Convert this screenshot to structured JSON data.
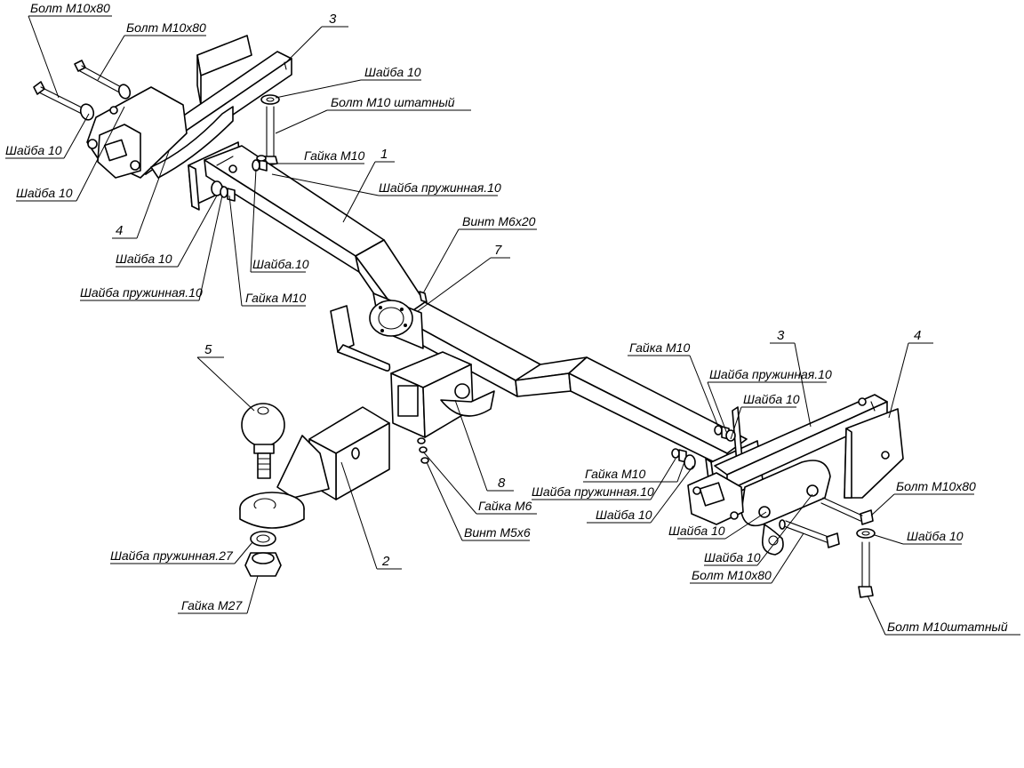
{
  "parts": {
    "p1": "1",
    "p2": "2",
    "p3_left": "3",
    "p3_right": "3",
    "p4_left": "4",
    "p4_right": "4",
    "p5": "5",
    "p7": "7",
    "p8": "8"
  },
  "labels": {
    "bolt_m10x80_a": "Болт М10х80",
    "bolt_m10x80_b": "Болт М10х80",
    "washer10_a": "Шайба 10",
    "bolt_m10_std_a": "Болт М10 штатный",
    "washer10_left1": "Шайба 10",
    "washer10_left2": "Шайба 10",
    "nut_m10_a": "Гайка М10",
    "spring_washer10_a": "Шайба пружинная.10",
    "screw_m6x20": "Винт М6х20",
    "washer10_left3": "Шайба 10",
    "washer10_dot": "Шайба.10",
    "spring_washer10_b": "Шайба пружинная.10",
    "nut_m10_b": "Гайка М10",
    "nut_m10_c": "Гайка М10",
    "spring_washer10_c": "Шайба пружинная.10",
    "washer10_r1": "Шайба 10",
    "nut_m10_d": "Гайка М10",
    "spring_washer10_d": "Шайба пружинная.10",
    "washer10_r2": "Шайба 10",
    "nut_m6": "Гайка М6",
    "screw_m5x6": "Винт М5х6",
    "washer10_r3": "Шайба 10",
    "washer10_r4": "Шайба 10",
    "bolt_m10x80_c": "Болт М10х80",
    "bolt_m10x80_d": "Болт М10х80",
    "washer10_r5": "Шайба 10",
    "bolt_m10_std_b": "Болт М10штатный",
    "spring_washer27": "Шайба пружинная.27",
    "nut_m27": "Гайка М27"
  }
}
